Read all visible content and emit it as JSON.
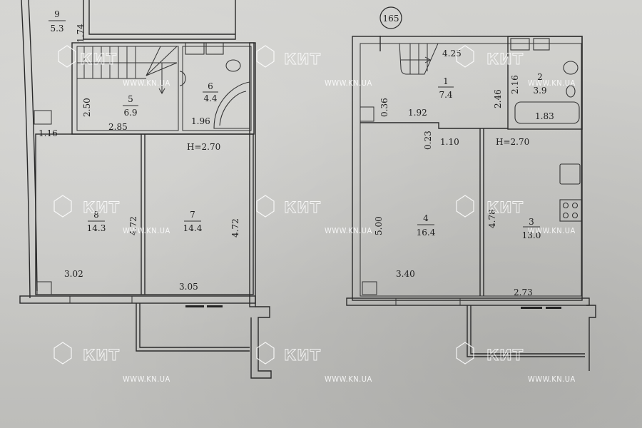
{
  "document": {
    "type": "apartment floor plan (photo of paper)",
    "background_color": "#c9c9c6",
    "line_color": "#2a2a2a"
  },
  "left_plan": {
    "ceiling_height": "H=2.70",
    "rooms": [
      {
        "number": "9",
        "area": "5.3"
      },
      {
        "number": "5",
        "area": "6.9"
      },
      {
        "number": "6",
        "area": "4.4"
      },
      {
        "number": "8",
        "area": "14.3"
      },
      {
        "number": "7",
        "area": "14.4"
      }
    ],
    "dimensions": {
      "d_1_74": "1.74",
      "d_2_50": "2.50",
      "d_2_85": "2.85",
      "d_1_96": "1.96",
      "d_1_16": "1.16",
      "d_4_72_a": "4.72",
      "d_4_72_b": "4.72",
      "d_3_02": "3.02",
      "d_3_05": "3.05"
    }
  },
  "right_plan": {
    "marker": "165",
    "ceiling_height": "H=2.70",
    "rooms": [
      {
        "number": "1",
        "area": "7.4"
      },
      {
        "number": "2",
        "area": "3.9"
      },
      {
        "number": "4",
        "area": "16.4"
      },
      {
        "number": "3",
        "area": "13.0"
      }
    ],
    "dimensions": {
      "d_4_25": "4.25",
      "d_0_36": "0.36",
      "d_1_92": "1.92",
      "d_2_46": "2.46",
      "d_2_16": "2.16",
      "d_1_83": "1.83",
      "d_0_23": "0.23",
      "d_1_10": "1.10",
      "d_5_00": "5.00",
      "d_4_78": "4.78",
      "d_3_40": "3.40",
      "d_2_73": "2.73"
    }
  },
  "watermark": {
    "brand": "КИТ",
    "url": "WWW.KN.UA",
    "color": "#ffffff"
  }
}
